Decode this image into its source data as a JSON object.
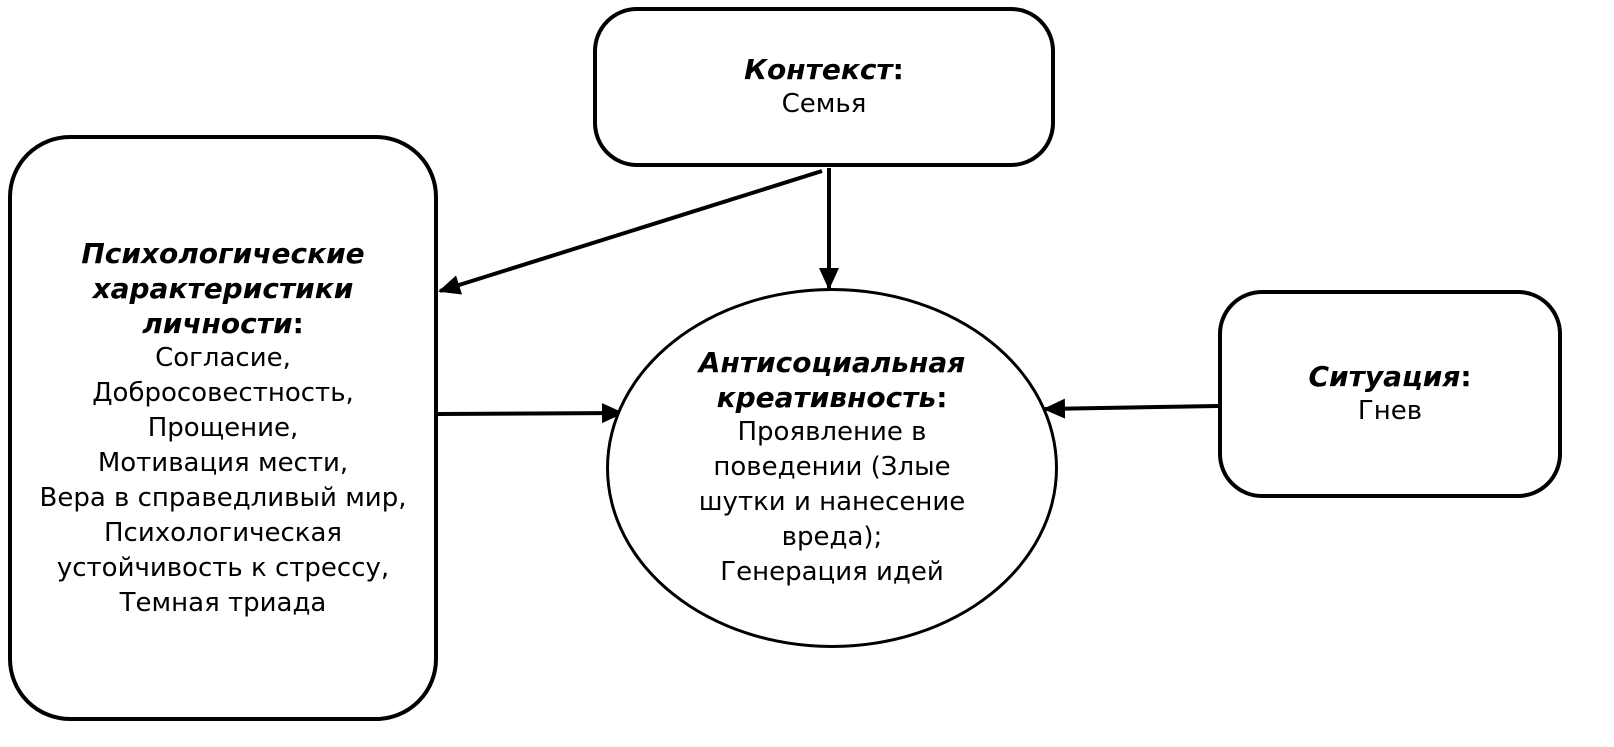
{
  "diagram": {
    "nodes": {
      "context": {
        "title": "Контекст",
        "colon": ":",
        "body_lines": [
          "Семья"
        ]
      },
      "personality": {
        "title_lines": [
          "Психологические",
          "характеристики",
          "личности"
        ],
        "colon": ":",
        "body_lines": [
          "Согласие,",
          "Добросовестность,",
          "Прощение,",
          "Мотивация мести,",
          "Вера в справедливый мир,",
          "Психологическая",
          "устойчивость к стрессу,",
          "Темная триада"
        ]
      },
      "outcome": {
        "title_lines": [
          "Антисоциальная",
          "креативность"
        ],
        "colon": ":",
        "body_lines": [
          "Проявление в",
          "поведении (Злые",
          "шутки и нанесение",
          "вреда);",
          "Генерация идей"
        ]
      },
      "situation": {
        "title": "Ситуация",
        "colon": ":",
        "body_lines": [
          "Гнев"
        ]
      }
    },
    "edges": [
      {
        "from": "context",
        "to": "personality"
      },
      {
        "from": "context",
        "to": "outcome"
      },
      {
        "from": "personality",
        "to": "outcome"
      },
      {
        "from": "situation",
        "to": "outcome"
      }
    ],
    "colors": {
      "stroke": "#000000",
      "fill": "#ffffff",
      "text": "#000000"
    }
  }
}
